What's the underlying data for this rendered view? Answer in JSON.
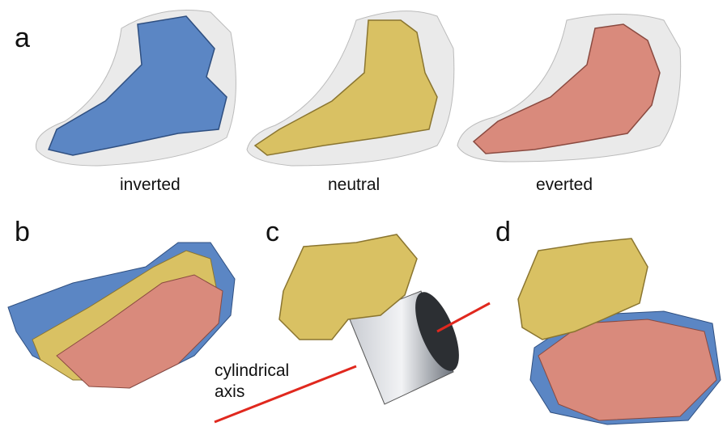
{
  "panels": {
    "a": {
      "label": "a",
      "captions": [
        "inverted",
        "neutral",
        "everted"
      ]
    },
    "b": {
      "label": "b"
    },
    "c": {
      "label": "c",
      "axis_label_line1": "cylindrical",
      "axis_label_line2": "axis"
    },
    "d": {
      "label": "d"
    }
  },
  "colors": {
    "inverted": "#5b86c4",
    "neutral": "#d9c163",
    "everted": "#d98a7c",
    "skin": "#d4d4d4",
    "axis": "#e0281e",
    "cylinder": "#8f959e"
  }
}
